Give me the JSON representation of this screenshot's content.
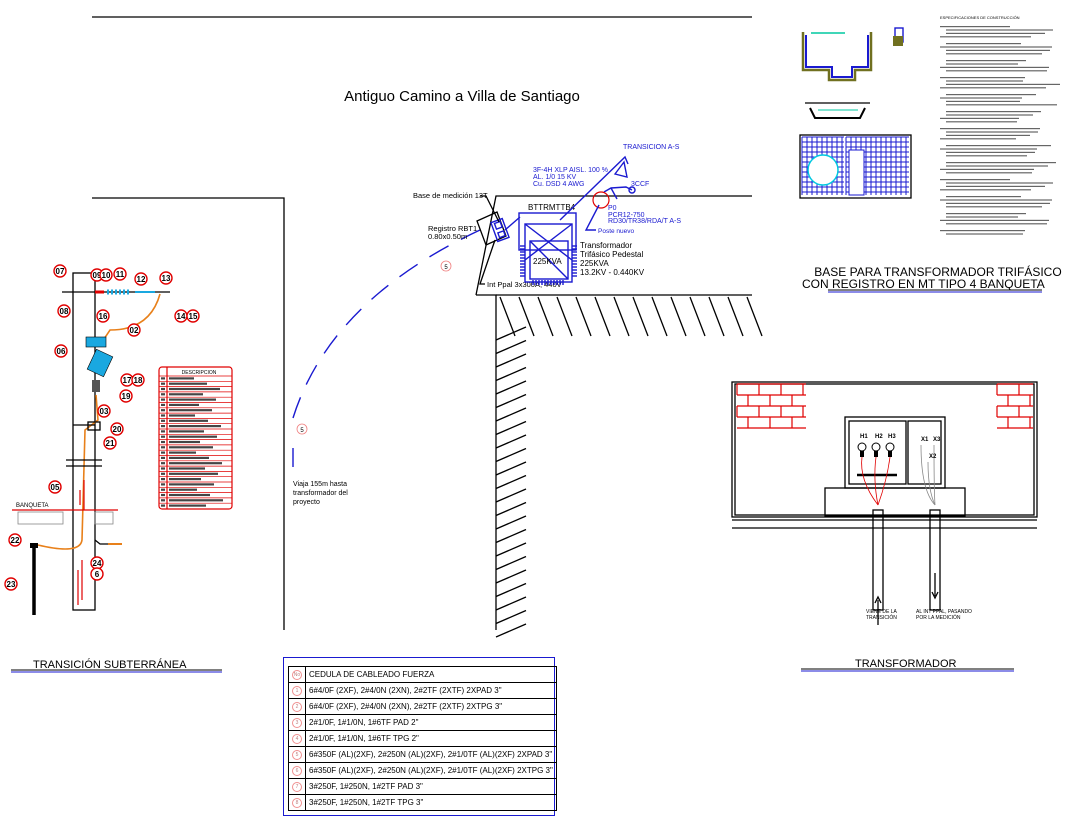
{
  "drawing": {
    "road_label": "Antiguo Camino a Villa de Santiago",
    "travel_note": [
      "Viaja 155m hasta",
      "transformador del",
      "proyecto"
    ],
    "circuit_marker": "5",
    "callouts": {
      "base_medicion": "Base de medición 13T",
      "registro": [
        "Registro RBT1",
        "0.80x0.50m"
      ],
      "int_ppal": "Int Ppal 3x300A, 440V",
      "cable_spec": [
        "3F-4H XLP AISL. 100 %",
        "AL. 1/0 15 KV",
        "Cu. DSD 4 AWG"
      ],
      "transicion": "TRANSICION A-S",
      "ccf": "3CCF",
      "poste": [
        "P0",
        "PCR12-750",
        "RD30/TR38/RDA/T A-S"
      ],
      "poste_nuevo": "Poste nuevo",
      "transformer_id": "BTTRMTTB4",
      "transformer_kva": "225KVA",
      "transformer_desc": [
        "Transformador",
        "Trifásico Pedestal",
        "225KVA",
        "13.2KV - 0.440KV"
      ]
    }
  },
  "sections": {
    "transicion_title": "TRANSICIÓN  SUBTERRÁNEA",
    "transformador_title": "TRANSFORMADOR",
    "base_title_line1": "BASE  PARA  TRANSFORMADOR  TRIFÁSICO",
    "base_title_line2_pre": "CON ",
    "base_title_line2_ul": "REGISTRO  EN  MT  TIPO  4  BANQU",
    "base_title_line2_post": "ETA",
    "specs_heading": "ESPECIFICACIONES DE CONSTRUCCIÓN"
  },
  "pole": {
    "banqueta_label": "BANQUETA",
    "tags": [
      "07",
      "09",
      "10",
      "11",
      "12",
      "13",
      "08",
      "16",
      "02",
      "14",
      "15",
      "06",
      "17",
      "18",
      "19",
      "03",
      "20",
      "21",
      "05",
      "22",
      "24",
      "6",
      "23"
    ],
    "description_header": "DESCRIPCION",
    "description_row_count": 25
  },
  "transformer_detail": {
    "terminals_high": [
      "H1",
      "H2",
      "H3"
    ],
    "terminals_low": [
      "X1",
      "X3",
      "X2"
    ],
    "arrow_in_label": [
      "VIENE DE LA",
      "TRANSICIÓN"
    ],
    "arrow_out_label": [
      "AL INT PPAL, PASANDO",
      "POR LA MEDICIÓN"
    ]
  },
  "cable_schedule": {
    "header_no": "No",
    "header_title": "CEDULA DE CABLEADO FUERZA",
    "rows": [
      {
        "no": "1",
        "text": "6#4/0F (2XF), 2#4/0N (2XN), 2#2TF (2XTF)  2XPAD  3\""
      },
      {
        "no": "2",
        "text": "6#4/0F (2XF), 2#4/0N (2XN), 2#2TF (2XTF)  2XTPG  3\""
      },
      {
        "no": "3",
        "text": "2#1/0F, 1#1/0N,  1#6TF   PAD  2\""
      },
      {
        "no": "4",
        "text": "2#1/0F, 1#1/0N,  1#6TF   TPG  2\""
      },
      {
        "no": "5",
        "text": "6#350F  (AL)(2XF), 2#250N  (AL)(2XF), 2#1/0TF (AL)(2XF)   2XPAD  3\""
      },
      {
        "no": "6",
        "text": "6#350F  (AL)(2XF), 2#250N  (AL)(2XF), 2#1/0TF (AL)(2XF)   2XTPG  3\""
      },
      {
        "no": "7",
        "text": "3#250F, 1#250N, 1#2TF    PAD  3\""
      },
      {
        "no": "8",
        "text": "3#250F, 1#250N, 1#2TF    TPG  3\""
      }
    ]
  },
  "colors": {
    "accent_blue": "#1a1ad0",
    "tag_red": "#e00000",
    "cable_orange": "#e8801a"
  }
}
